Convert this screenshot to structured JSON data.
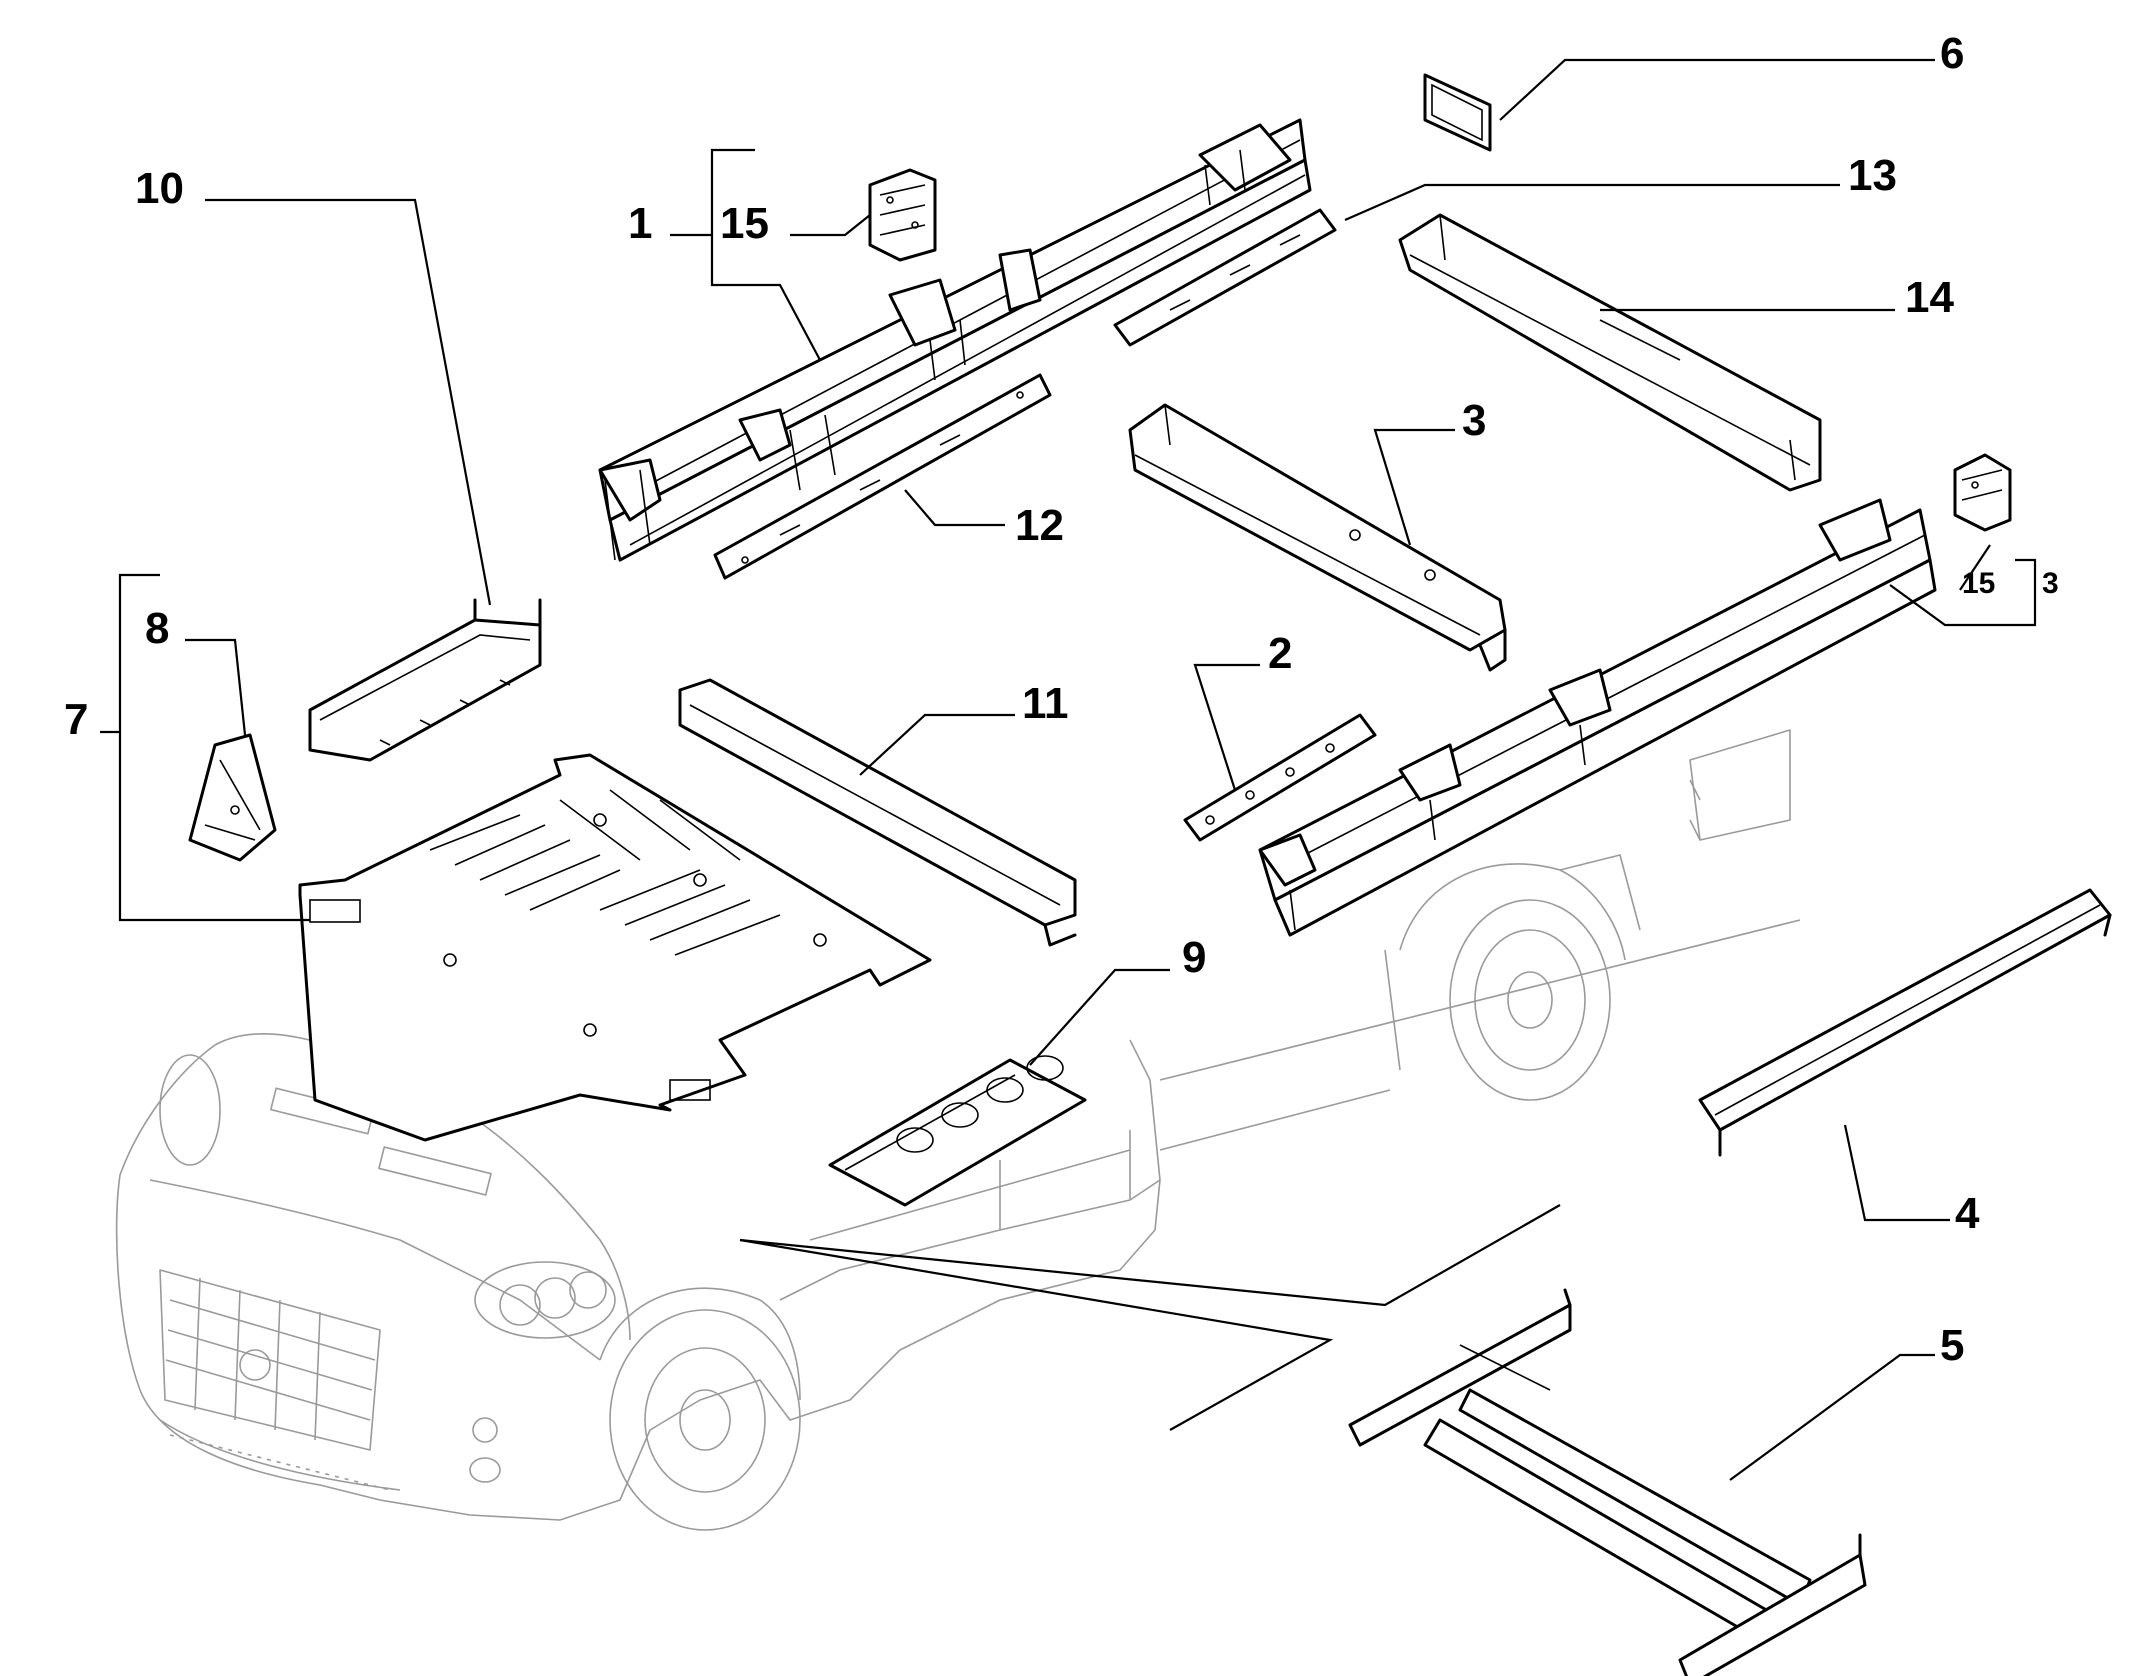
{
  "callouts": {
    "c1": "1",
    "c2": "2",
    "c3": "3",
    "c3b": "3",
    "c4": "4",
    "c5": "5",
    "c6": "6",
    "c7": "7",
    "c8": "8",
    "c9": "9",
    "c10": "10",
    "c11": "11",
    "c12": "12",
    "c13": "13",
    "c14": "14",
    "c15": "15",
    "c15b": "15"
  }
}
